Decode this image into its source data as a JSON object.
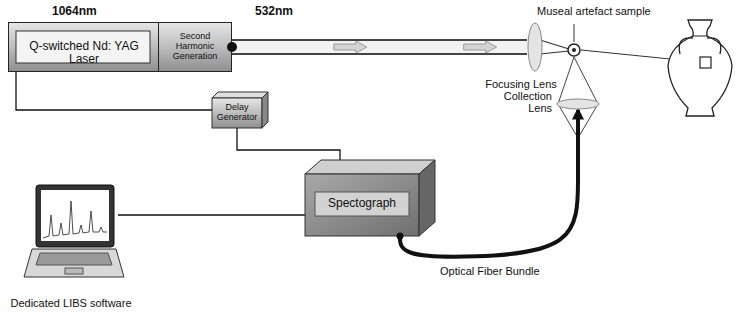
{
  "diagram": {
    "nodes": [
      {
        "text": [
          "Q-switched Nd: YAG Laser"
        ]
      },
      {
        "text": [
          "Second Harmonic Generation"
        ],
        "in": 0
      },
      {
        "text": [
          "Focusing Lens"
        ]
      },
      {
        "text": [
          "Museal artefact sample"
        ]
      },
      {
        "text": [
          "Collection Lens"
        ]
      },
      {
        "text": [
          "Delay Generator"
        ]
      },
      {
        "text": [
          "Spectograph"
        ]
      },
      {
        "text": [
          "Dedicated LIBS software"
        ]
      }
    ],
    "edges": [
      {
        "from": 1,
        "to": 2,
        "arrow": "to",
        "label": "532nm"
      },
      {
        "from": 0,
        "to": 5,
        "arrow": "none"
      },
      {
        "from": 5,
        "to": 6,
        "arrow": "none"
      },
      {
        "from": 6,
        "to": 7,
        "arrow": "none"
      },
      {
        "from": 6,
        "to": 4,
        "arrow": "to",
        "label": "Optical Fiber Bundle"
      }
    ],
    "labels": [
      "1064nm"
    ]
  }
}
